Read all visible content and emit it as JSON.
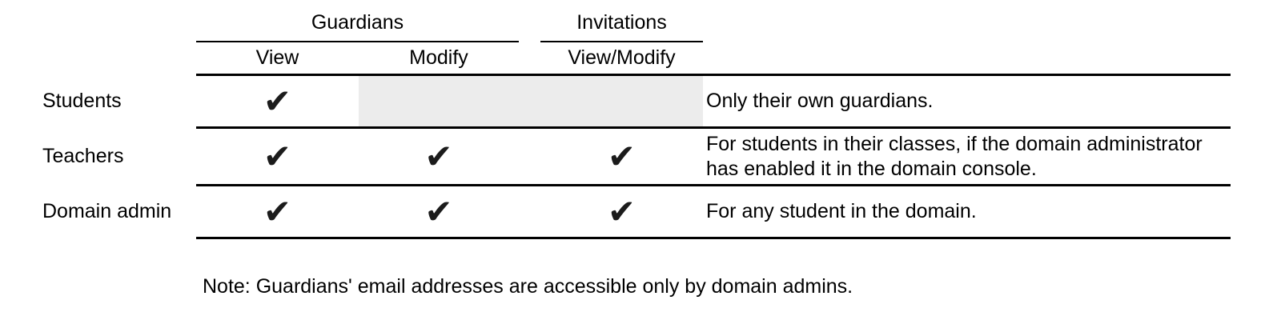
{
  "table": {
    "column_groups": [
      {
        "label": "Guardians",
        "columns": [
          "View",
          "Modify"
        ]
      },
      {
        "label": "Invitations",
        "columns": [
          "View/Modify"
        ]
      }
    ],
    "column_headers": {
      "view": "View",
      "modify": "Modify",
      "invitations": "View/Modify"
    },
    "check_glyph": "✔",
    "rows": [
      {
        "label": "Students",
        "checks": {
          "view": "✔"
        },
        "modify_and_invitations_disabled": true,
        "note": "Only their own guardians."
      },
      {
        "label": "Teachers",
        "checks": {
          "view": "✔",
          "modify": "✔",
          "invitations": "✔"
        },
        "note": "For students in their classes, if the domain administrator\nhas enabled it in the domain console."
      },
      {
        "label": "Domain admin",
        "checks": {
          "view": "✔",
          "modify": "✔",
          "invitations": "✔"
        },
        "note": "For any student in the domain."
      }
    ]
  },
  "footnote": "Note: Guardians' email addresses are accessible only by domain admins.",
  "colors": {
    "disabled_cell_bg": "#ececec",
    "line": "#000000",
    "text": "#000000"
  }
}
